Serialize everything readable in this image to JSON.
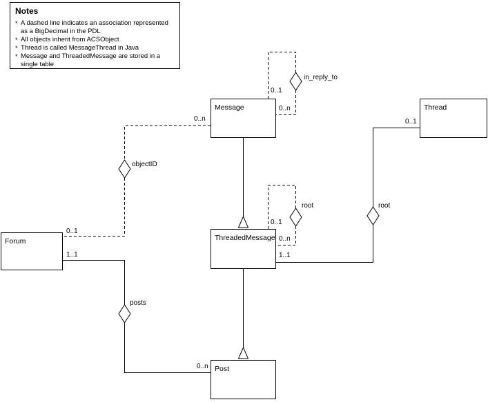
{
  "notes": {
    "title": "Notes",
    "bullet": "*",
    "items": [
      "A dashed line indicates an association represented as a BigDecimal in the PDL",
      "All objects inherit from ACSObject",
      "Thread is called MessageThread in Java",
      "Message and ThreadedMessage are stored in a single table"
    ]
  },
  "entities": {
    "message": "Message",
    "thread": "Thread",
    "forum": "Forum",
    "threaded_message": "ThreadedMessage",
    "post": "Post"
  },
  "associations": {
    "in_reply_to": "in_reply_to",
    "object_id": "objectID",
    "root_self": "root",
    "root_thread": "root",
    "posts": "posts"
  },
  "multiplicities": {
    "message_loop_target": "0..1",
    "message_loop_source": "0..n",
    "message_object_id": "0..n",
    "forum_object_id": "0..1",
    "forum_posts": "1..1",
    "post_posts": "0..n",
    "tm_loop_target": "0..1",
    "tm_loop_source": "0..n",
    "tm_root": "1..1",
    "thread_root": "0..1"
  }
}
